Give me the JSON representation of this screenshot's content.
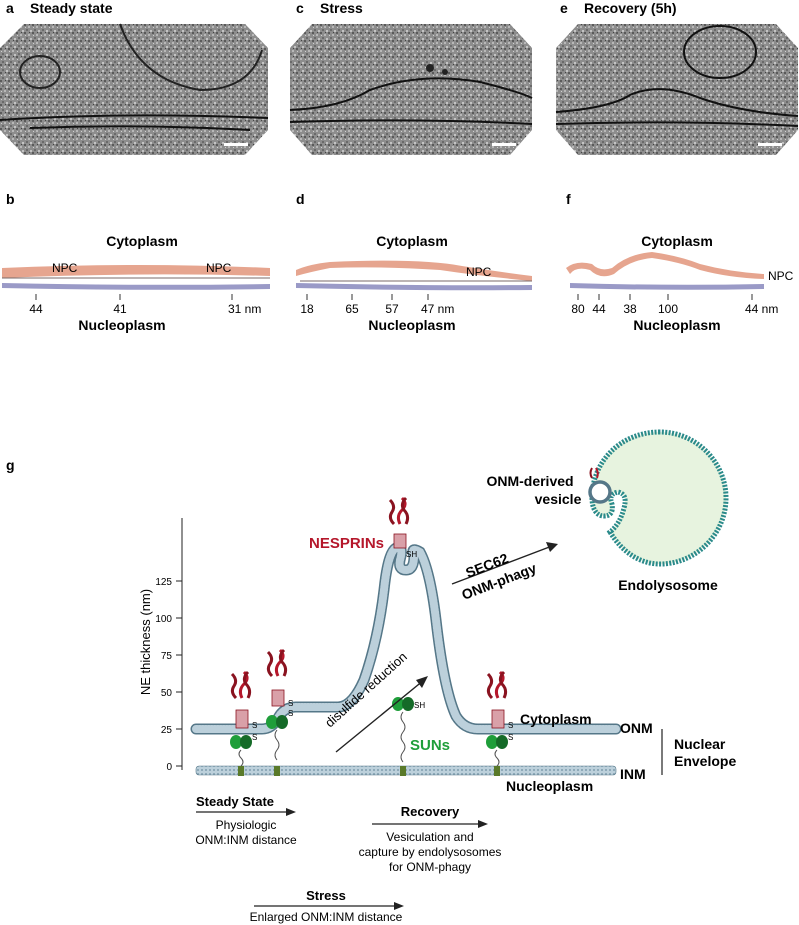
{
  "panels": [
    {
      "letter": "a",
      "title": "Steady state"
    },
    {
      "letter": "c",
      "title": "Stress"
    },
    {
      "letter": "e",
      "title": "Recovery (5h)"
    }
  ],
  "segmentations": [
    {
      "letter": "b",
      "top_label": "Cytoplasm",
      "bottom_label": "Nucleoplasm",
      "npc_labels": [
        "NPC",
        "NPC"
      ],
      "measurements": [
        "44",
        "41",
        "31 nm"
      ]
    },
    {
      "letter": "d",
      "top_label": "Cytoplasm",
      "bottom_label": "Nucleoplasm",
      "npc_labels": [
        "NPC"
      ],
      "measurements": [
        "18",
        "65",
        "57",
        "47 nm"
      ]
    },
    {
      "letter": "f",
      "top_label": "Cytoplasm",
      "bottom_label": "Nucleoplasm",
      "npc_labels": [
        "NPC"
      ],
      "measurements": [
        "80",
        "44",
        "38",
        "100",
        "44 nm"
      ]
    }
  ],
  "schematic": {
    "letter": "g",
    "y_axis_label": "NE thickness (nm)",
    "y_ticks": [
      "125",
      "100",
      "75",
      "50",
      "25",
      "0"
    ],
    "nesprins": "NESPRINs",
    "suns": "SUNs",
    "sh": "SH",
    "s": "S",
    "disulfide": "disulfide reduction",
    "sec62": "SEC62",
    "onm_phagy": "ONM-phagy",
    "vesicle_line1": "ONM-derived",
    "vesicle_line2": "vesicle",
    "endolysosome": "Endolysosome",
    "cytoplasm": "Cytoplasm",
    "onm": "ONM",
    "inm": "INM",
    "nucleoplasm": "Nucleoplasm",
    "nuclear_envelope_line1": "Nuclear",
    "nuclear_envelope_line2": "Envelope",
    "steady_title": "Steady State",
    "steady_desc1": "Physiologic",
    "steady_desc2": "ONM:INM distance",
    "recovery_title": "Recovery",
    "recovery_desc1": "Vesiculation and",
    "recovery_desc2": "capture by endolysosomes",
    "recovery_desc3": "for ONM-phagy",
    "stress_title": "Stress",
    "stress_desc": "Enlarged ONM:INM distance"
  },
  "colors": {
    "nesprin": "#b5172b",
    "sun": "#1f9e3a",
    "membrane": "#b9cdd8",
    "endolysosome_rim": "#2a8a8a",
    "endolysosome_fill": "#e7f3df",
    "onm_seg": "#e6a58f",
    "inm_seg": "#9a9ac7"
  }
}
